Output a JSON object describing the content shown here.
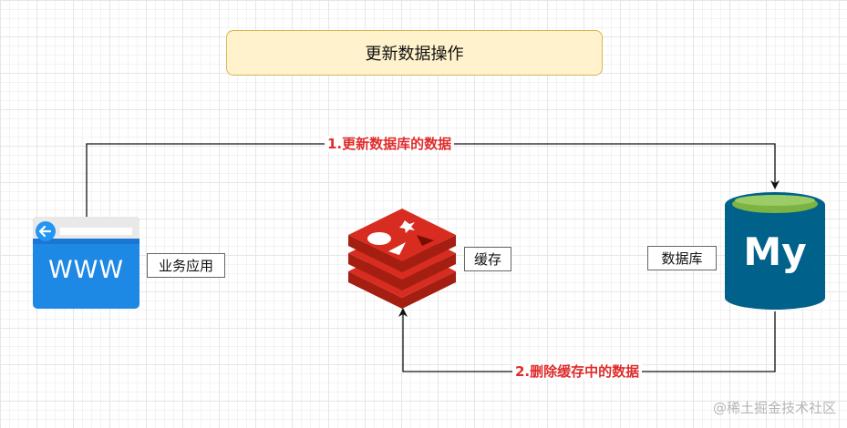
{
  "title": "更新数据操作",
  "nodes": {
    "app": {
      "label": "业务应用",
      "icon_text": "WWW",
      "icon": "browser-window-icon"
    },
    "cache": {
      "label": "缓存",
      "icon": "redis-icon"
    },
    "db": {
      "label": "数据库",
      "icon_text": "My",
      "icon": "mysql-cylinder-icon"
    }
  },
  "edges": [
    {
      "label": "1.更新数据库的数据",
      "from": "业务应用",
      "to": "数据库"
    },
    {
      "label": "2.删除缓存中的数据",
      "from": "数据库",
      "to": "缓存"
    }
  ],
  "watermark": "@稀土掘金技术社区",
  "colors": {
    "title_fill": "#fff2cc",
    "title_border": "#d6b656",
    "edge_label": "#e02b2b",
    "browser_blue": "#1e88e5",
    "redis_red": "#c6302b",
    "mysql_blue": "#00618a",
    "mysql_green": "#7cb342"
  }
}
